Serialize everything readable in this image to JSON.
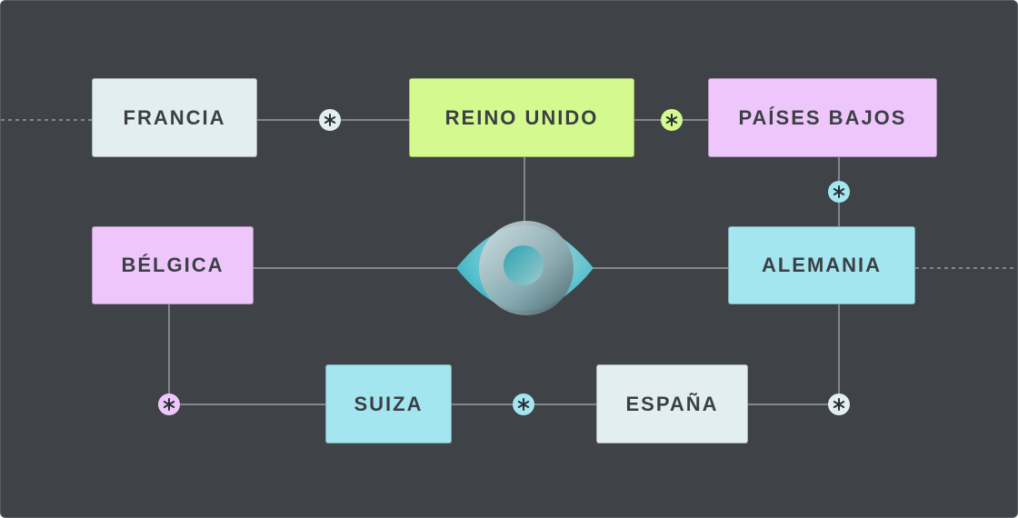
{
  "nodes": {
    "francia": "FRANCIA",
    "reino_unido": "REINO UNIDO",
    "paises_bajos": "PAÍSES BAJOS",
    "belgica": "BÉLGICA",
    "alemania": "ALEMANIA",
    "suiza": "SUIZA",
    "espana": "ESPAÑA"
  },
  "colors": {
    "background": "#3f4246",
    "gray": "#e2eeef",
    "lime": "#d4fa8f",
    "pink": "#eec6fc",
    "cyan": "#a3e6ef",
    "line": "#9a9ea3"
  },
  "icons": {
    "center": "eye-icon",
    "connector": "asterisk-icon"
  }
}
